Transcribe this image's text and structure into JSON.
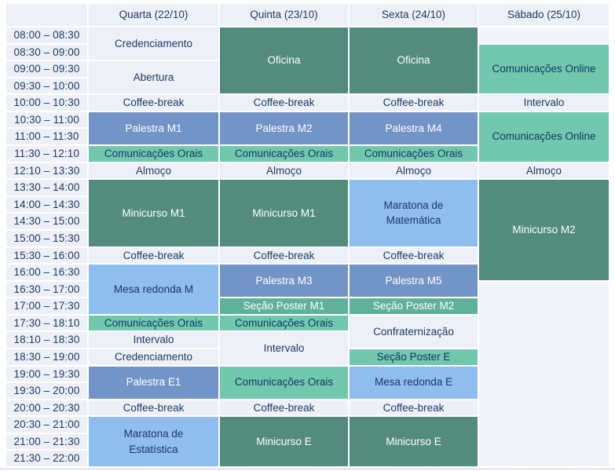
{
  "schedule": {
    "corner_label": "",
    "day_headers": [
      "Quarta (22/10)",
      "Quinta (23/10)",
      "Sexta (24/10)",
      "Sábado (25/10)"
    ],
    "time_slots": [
      "08:00 – 08:30",
      "08:30 – 09:00",
      "09:00 – 09:30",
      "09:30 – 10:00",
      "10:00 – 10:30",
      "10:30 – 11:00",
      "11:00 – 11:30",
      "11:30 – 12:10",
      "12:10 – 13:30",
      "13:30 – 14:00",
      "14:00 – 14:30",
      "14:30 – 15:00",
      "15:00 – 15:30",
      "15:30 – 16:00",
      "16:00 – 16:30",
      "16:30 – 17:00",
      "17:00 – 17:30",
      "17:30 – 18:10",
      "18:10 – 18:30",
      "18:30 – 19:00",
      "19:00 – 19:30",
      "19:30 – 20:00",
      "20:00 – 20:30",
      "20:30 – 21:00",
      "21:00 – 21:30",
      "21:30 – 22:00"
    ],
    "events": [
      {
        "day": 0,
        "slot": 0,
        "span": 2,
        "label": "Credenciamento",
        "style": "plain"
      },
      {
        "day": 0,
        "slot": 2,
        "span": 2,
        "label": "Abertura",
        "style": "plain"
      },
      {
        "day": 0,
        "slot": 4,
        "span": 1,
        "label": "Coffee-break",
        "style": "plain"
      },
      {
        "day": 0,
        "slot": 5,
        "span": 2,
        "label": "Palestra M1",
        "style": "steel_blue"
      },
      {
        "day": 0,
        "slot": 7,
        "span": 1,
        "label": "Comunicações Orais",
        "style": "teal_light"
      },
      {
        "day": 0,
        "slot": 8,
        "span": 1,
        "label": "Almoço",
        "style": "plain"
      },
      {
        "day": 0,
        "slot": 9,
        "span": 4,
        "label": "Minicurso M1",
        "style": "green"
      },
      {
        "day": 0,
        "slot": 13,
        "span": 1,
        "label": "Coffee-break",
        "style": "plain"
      },
      {
        "day": 0,
        "slot": 14,
        "span": 3,
        "label": "Mesa redonda M",
        "style": "light_blue"
      },
      {
        "day": 0,
        "slot": 17,
        "span": 1,
        "label": "Comunicações Orais",
        "style": "teal_light"
      },
      {
        "day": 0,
        "slot": 18,
        "span": 1,
        "label": "Intervalo",
        "style": "plain"
      },
      {
        "day": 0,
        "slot": 19,
        "span": 1,
        "label": "Credenciamento",
        "style": "plain"
      },
      {
        "day": 0,
        "slot": 20,
        "span": 2,
        "label": "Palestra E1",
        "style": "steel_blue"
      },
      {
        "day": 0,
        "slot": 22,
        "span": 1,
        "label": "Coffee-break",
        "style": "plain"
      },
      {
        "day": 0,
        "slot": 23,
        "span": 3,
        "label": "Maratona de\nEstatística",
        "style": "light_blue"
      },
      {
        "day": 1,
        "slot": 0,
        "span": 4,
        "label": "Oficina",
        "style": "green"
      },
      {
        "day": 1,
        "slot": 4,
        "span": 1,
        "label": "Coffee-break",
        "style": "plain"
      },
      {
        "day": 1,
        "slot": 5,
        "span": 2,
        "label": "Palestra M2",
        "style": "steel_blue"
      },
      {
        "day": 1,
        "slot": 7,
        "span": 1,
        "label": "Comunicações Orais",
        "style": "teal_light"
      },
      {
        "day": 1,
        "slot": 8,
        "span": 1,
        "label": "Almoço",
        "style": "plain"
      },
      {
        "day": 1,
        "slot": 9,
        "span": 4,
        "label": "Minicurso M1",
        "style": "green"
      },
      {
        "day": 1,
        "slot": 13,
        "span": 1,
        "label": "Coffee-break",
        "style": "plain"
      },
      {
        "day": 1,
        "slot": 14,
        "span": 2,
        "label": "Palestra M3",
        "style": "steel_blue"
      },
      {
        "day": 1,
        "slot": 16,
        "span": 1,
        "label": "Seção Poster M1",
        "style": "teal_mid"
      },
      {
        "day": 1,
        "slot": 17,
        "span": 1,
        "label": "Comunicações Orais",
        "style": "teal_light"
      },
      {
        "day": 1,
        "slot": 18,
        "span": 2,
        "label": "Intervalo",
        "style": "plain"
      },
      {
        "day": 1,
        "slot": 20,
        "span": 2,
        "label": "Comunicações Orais",
        "style": "teal_light"
      },
      {
        "day": 1,
        "slot": 22,
        "span": 1,
        "label": "Coffee-break",
        "style": "plain"
      },
      {
        "day": 1,
        "slot": 23,
        "span": 3,
        "label": "Minicurso E",
        "style": "green"
      },
      {
        "day": 2,
        "slot": 0,
        "span": 4,
        "label": "Oficina",
        "style": "green"
      },
      {
        "day": 2,
        "slot": 4,
        "span": 1,
        "label": "Coffee-break",
        "style": "plain"
      },
      {
        "day": 2,
        "slot": 5,
        "span": 2,
        "label": "Palestra M4",
        "style": "steel_blue"
      },
      {
        "day": 2,
        "slot": 7,
        "span": 1,
        "label": "Comunicações Orais",
        "style": "teal_light"
      },
      {
        "day": 2,
        "slot": 8,
        "span": 1,
        "label": "Almoço",
        "style": "plain"
      },
      {
        "day": 2,
        "slot": 9,
        "span": 4,
        "label": "Maratona de\nMatemática",
        "style": "light_blue"
      },
      {
        "day": 2,
        "slot": 13,
        "span": 1,
        "label": "Coffee-break",
        "style": "plain"
      },
      {
        "day": 2,
        "slot": 14,
        "span": 2,
        "label": "Palestra M5",
        "style": "steel_blue"
      },
      {
        "day": 2,
        "slot": 16,
        "span": 1,
        "label": "Seção Poster M2",
        "style": "teal_mid"
      },
      {
        "day": 2,
        "slot": 17,
        "span": 2,
        "label": "Confraternização",
        "style": "plain"
      },
      {
        "day": 2,
        "slot": 19,
        "span": 1,
        "label": "Seção Poster E",
        "style": "teal_light"
      },
      {
        "day": 2,
        "slot": 20,
        "span": 2,
        "label": "Mesa redonda E",
        "style": "light_blue"
      },
      {
        "day": 2,
        "slot": 22,
        "span": 1,
        "label": "Coffee-break",
        "style": "plain"
      },
      {
        "day": 2,
        "slot": 23,
        "span": 3,
        "label": "Minicurso E",
        "style": "green"
      },
      {
        "day": 3,
        "slot": 0,
        "span": 1,
        "label": "",
        "style": "empty"
      },
      {
        "day": 3,
        "slot": 1,
        "span": 3,
        "label": "Comunicações Online",
        "style": "teal_light"
      },
      {
        "day": 3,
        "slot": 4,
        "span": 1,
        "label": "Intervalo",
        "style": "plain"
      },
      {
        "day": 3,
        "slot": 5,
        "span": 3,
        "label": "Comunicações Online",
        "style": "teal_light"
      },
      {
        "day": 3,
        "slot": 8,
        "span": 1,
        "label": "Almoço",
        "style": "plain"
      },
      {
        "day": 3,
        "slot": 9,
        "span": 6,
        "label": "Minicurso M2",
        "style": "green"
      },
      {
        "day": 3,
        "slot": 15,
        "span": 11,
        "label": "",
        "style": "empty"
      }
    ],
    "styles": {
      "plain": {
        "bg": "#edf1f7",
        "fg": "#1e3868"
      },
      "empty": {
        "bg": "#f2f4f9",
        "fg": "#1e3868"
      },
      "green": {
        "bg": "#538c7c",
        "fg": "#ffffff"
      },
      "steel_blue": {
        "bg": "#7394c6",
        "fg": "#ffffff"
      },
      "teal_light": {
        "bg": "#71c8ad",
        "fg": "#143668"
      },
      "teal_mid": {
        "bg": "#5fb199",
        "fg": "#ffffff"
      },
      "light_blue": {
        "bg": "#8ebdee",
        "fg": "#1e3868"
      }
    },
    "header_style": {
      "bg": "#edf1f7",
      "fg": "#1e3868"
    },
    "time_style": {
      "bg": "#edf1f7",
      "fg": "#1e3868"
    }
  }
}
